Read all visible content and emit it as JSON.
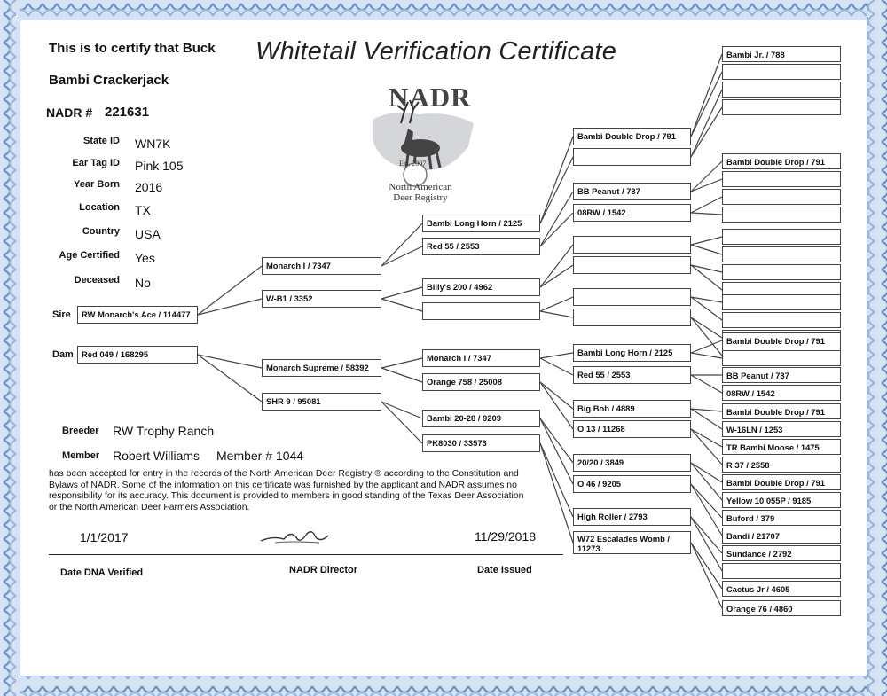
{
  "certificate": {
    "title": "Whitetail Verification Certificate",
    "certify_line": "This is to certify that Buck",
    "buck_name": "Bambi Crackerjack",
    "nadr_label": "NADR #",
    "nadr_number": "221631"
  },
  "logo": {
    "acronym": "NADR",
    "established": "Est. 2007",
    "name_line1": "North American",
    "name_line2": "Deer Registry"
  },
  "details": [
    {
      "label": "State ID",
      "value": "WN7K"
    },
    {
      "label": "Ear Tag ID",
      "value": "Pink 105"
    },
    {
      "label": "Year Born",
      "value": "2016"
    },
    {
      "label": "Location",
      "value": "TX"
    },
    {
      "label": "Country",
      "value": "USA"
    },
    {
      "label": "Age Certified",
      "value": "Yes"
    },
    {
      "label": "Deceased",
      "value": "No"
    }
  ],
  "parents": {
    "sire_label": "Sire",
    "sire": "RW Monarch's Ace / 114477",
    "dam_label": "Dam",
    "dam": "Red 049 / 168295"
  },
  "grandparents": [
    "Monarch I / 7347",
    "W-B1 / 3352",
    "Monarch Supreme / 58392",
    "SHR 9 / 95081"
  ],
  "great_grandparents": [
    "Bambi Long Horn / 2125",
    "Red 55 / 2553",
    "Billy's 200 / 4962",
    "",
    "Monarch I / 7347",
    "Orange 758 / 25008",
    "Bambi 20-28 / 9209",
    "PK8030 / 33573"
  ],
  "gen4": [
    "Bambi Double Drop / 791",
    "",
    "BB Peanut / 787",
    "08RW / 1542",
    "",
    "",
    "",
    "",
    "Bambi Long Horn / 2125",
    "Red 55 / 2553",
    "Big Bob / 4889",
    "O 13 / 11268",
    "20/20 / 3849",
    "O 46 / 9205",
    "High Roller / 2793",
    "W72 Escalades Womb / 11273"
  ],
  "gen5": [
    "Bambi Jr. / 788",
    "",
    "",
    "",
    "Bambi Double Drop / 791",
    "",
    "",
    "",
    "",
    "",
    "",
    "",
    "",
    "",
    "",
    "",
    "Bambi Double Drop / 791",
    "",
    "BB Peanut / 787",
    "08RW / 1542",
    "Bambi Double Drop / 791",
    "W-16LN / 1253",
    "TR Bambi Moose / 1475",
    "R 37 / 2558",
    "Bambi Double Drop / 791",
    "Yellow 10 055P / 9185",
    "Buford / 379",
    "Bandi / 21707",
    "Sundance / 2792",
    "",
    "Cactus Jr / 4605",
    "Orange 76 / 4860"
  ],
  "breeder": {
    "label": "Breeder",
    "value": "RW Trophy Ranch"
  },
  "member": {
    "label": "Member",
    "name": "Robert Williams",
    "number": "Member # 1044"
  },
  "statement": [
    "has been accepted for entry in the records of the North American Deer Registry ®  according to the Constitution and",
    "Bylaws of NADR. Some of the information on this certificate was furnished by the applicant and NADR assumes no",
    "responsibility for its accuracy. This document is provided to members in good standing of the Texas Deer Association",
    "or the North American Deer Farmers  Association."
  ],
  "footer": {
    "date_dna_value": "1/1/2017",
    "date_dna_label": "Date DNA Verified",
    "director_label": "NADR Director",
    "date_issued_value": "11/29/2018",
    "date_issued_label": "Date Issued"
  },
  "colors": {
    "border_blue": "#9bb7dd",
    "border_dark": "#5f86c0",
    "box_stroke": "#444444"
  }
}
